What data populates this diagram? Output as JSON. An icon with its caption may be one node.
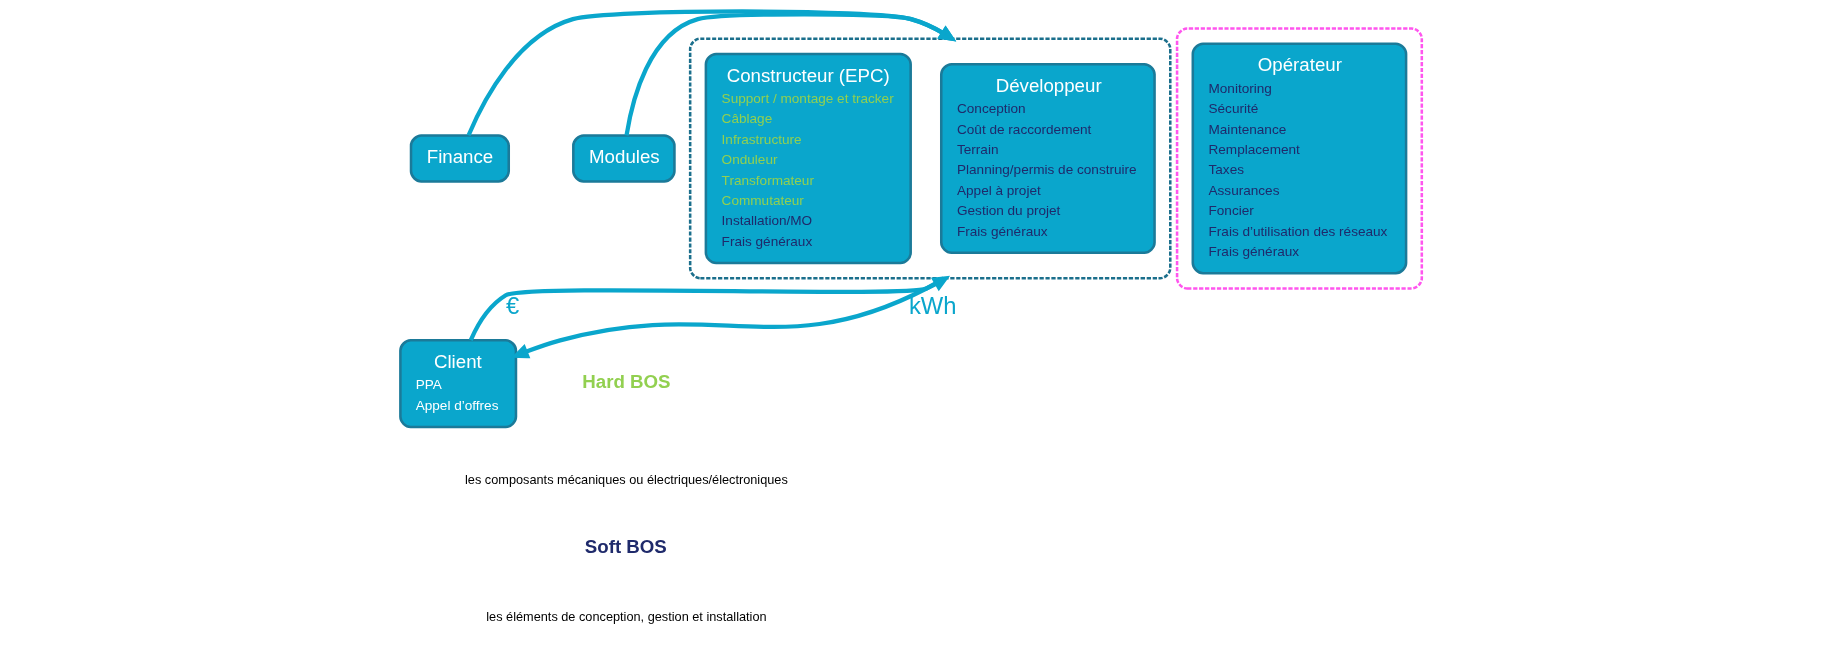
{
  "diagram": {
    "nodes": [
      {
        "text": [],
        "shape": "box"
      },
      {
        "text": [
          "Développeur",
          "Conception",
          "Coût de raccordement",
          "Terrain",
          "Planning/permis de construire",
          "Appel à projet",
          "Gestion du projet",
          "Frais généraux"
        ],
        "in": 0
      },
      {
        "text": [
          "Constructeur (EPC)",
          "Support / montage et tracker",
          "Câblage",
          "Infrastructure",
          "Onduleur",
          "Transformateur",
          "Commutateur",
          "Installation/MO",
          "Frais généraux"
        ],
        "in": 0
      },
      {
        "text": [],
        "shape": "box"
      },
      {
        "text": [
          "Opérateur",
          "Monitoring",
          "Sécurité",
          "Maintenance",
          "Remplacement",
          "Taxes",
          "Assurances",
          "Foncier",
          "Frais d’utilisation des réseaux",
          "Frais généraux"
        ],
        "in": 3
      },
      {
        "text": [
          "Client",
          "PPA",
          "Appel d’offres"
        ]
      },
      {
        "text": [
          "Finance"
        ]
      },
      {
        "text": [
          "Modules"
        ]
      }
    ],
    "edges": [
      {
        "from": 6,
        "to": 0,
        "arrow": "to"
      },
      {
        "from": 7,
        "to": 0,
        "arrow": "to"
      },
      {
        "from": 5,
        "to": 0,
        "arrow": "to",
        "label": "€"
      },
      {
        "from": 0,
        "to": 5,
        "arrow": "to",
        "label": "kWh"
      }
    ],
    "labels": [
      "les composants mécaniques ou électriques/électroniques",
      "les éléments de conception, gestion et installation"
    ],
    "legend": [
      {
        "text": "Hard BOS",
        "color": "#92d050"
      },
      {
        "text": "Soft BOS",
        "color": "#1f2a6b"
      }
    ]
  }
}
